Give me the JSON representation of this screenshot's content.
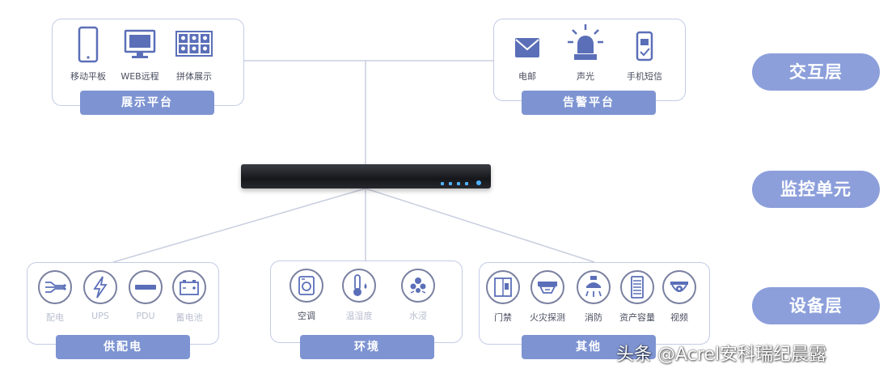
{
  "interaction": {
    "display_platform": {
      "label": "展示平台",
      "items": [
        {
          "icon": "tablet-icon",
          "label": "移动平板"
        },
        {
          "icon": "monitor-icon",
          "label": "WEB远程"
        },
        {
          "icon": "video-wall-icon",
          "label": "拼体展示"
        }
      ]
    },
    "alarm_platform": {
      "label": "告警平台",
      "items": [
        {
          "icon": "mail-icon",
          "label": "电邮"
        },
        {
          "icon": "alarm-light-icon",
          "label": "声光"
        },
        {
          "icon": "phone-sms-icon",
          "label": "手机短信"
        }
      ]
    }
  },
  "layers": {
    "interaction": "交互层",
    "monitoring": "监控单元",
    "device": "设备层"
  },
  "devices": {
    "power": {
      "label": "供配电",
      "items": [
        {
          "icon": "power-distribution-icon",
          "label": "配电"
        },
        {
          "icon": "ups-icon",
          "label": "UPS"
        },
        {
          "icon": "pdu-icon",
          "label": "PDU"
        },
        {
          "icon": "battery-icon",
          "label": "蓄电池"
        }
      ]
    },
    "environment": {
      "label": "环境",
      "items": [
        {
          "icon": "air-conditioner-icon",
          "label": "空调"
        },
        {
          "icon": "thermometer-icon",
          "label": "温湿度"
        },
        {
          "icon": "water-leak-icon",
          "label": "水浸"
        }
      ]
    },
    "other": {
      "label": "其他",
      "items": [
        {
          "icon": "access-control-icon",
          "label": "门禁"
        },
        {
          "icon": "fire-detector-icon",
          "label": "火灾探测"
        },
        {
          "icon": "fire-sprinkler-icon",
          "label": "消防"
        },
        {
          "icon": "asset-capacity-icon",
          "label": "资产容量"
        },
        {
          "icon": "camera-icon",
          "label": "视频"
        }
      ]
    }
  },
  "watermark": "头条 @Acrel安科瑞纪晨露",
  "colors": {
    "banner": "#7e94d2",
    "layer_pill": "#8c9fdb",
    "box_border": "#c3cbe6",
    "icon_primary": "#5b6fb8",
    "device_led": "#4fb2ff"
  }
}
